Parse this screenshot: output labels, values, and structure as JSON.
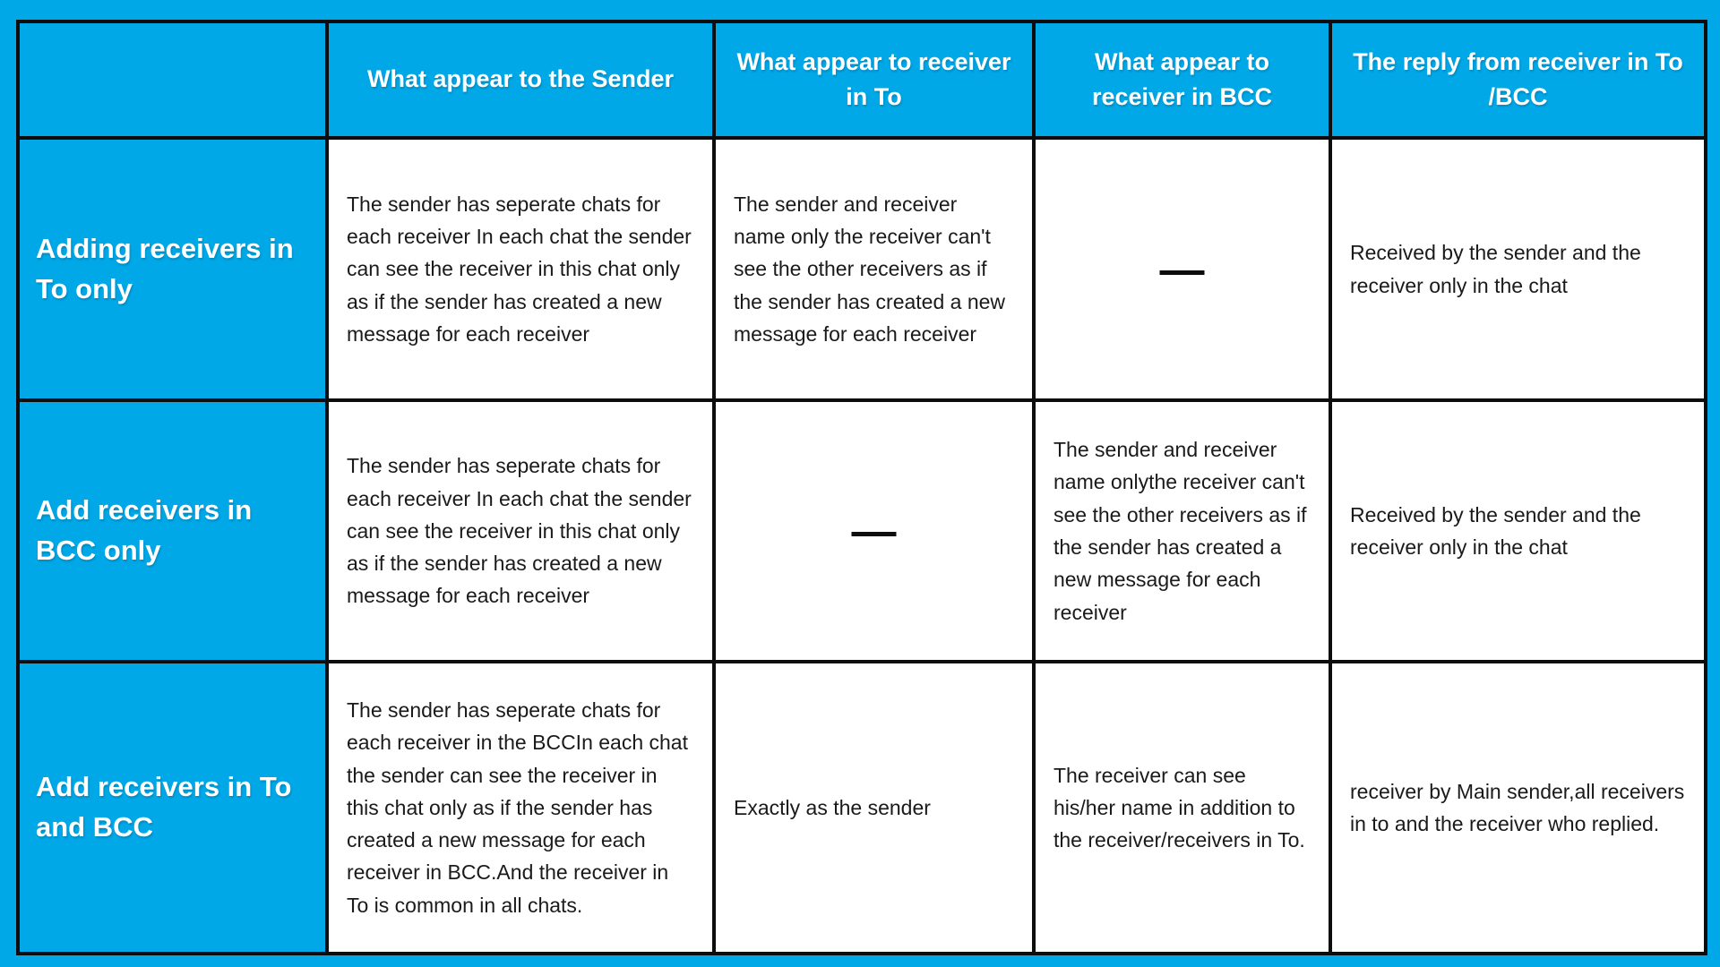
{
  "colors": {
    "background": "#00A8E8",
    "header_bg": "#00A8E8",
    "label_bg": "#00A8E8",
    "cell_bg": "#ffffff",
    "border": "#0d0d0d",
    "header_text": "#ffffff",
    "body_text": "#1a1a1a"
  },
  "chart_data": {
    "type": "table",
    "title": "",
    "column_headers": [
      "",
      "What appear to the Sender",
      "What appear to receiver in To",
      "What appear to receiver in BCC",
      "The reply from receiver in To /BCC"
    ],
    "rows": [
      {
        "label": "Adding receivers in To only",
        "cells": [
          "The sender has seperate chats for each receiver In each chat the sender can see the receiver in this chat only as if the sender has created a new message for each receiver",
          "The sender and receiver name only the receiver can't see the other receivers as if the sender has created a new message for each receiver",
          "—",
          "Received by the sender and the receiver only in the chat"
        ]
      },
      {
        "label": "Add receivers in BCC only",
        "cells": [
          "The sender has seperate chats for each receiver In each chat the sender can see the receiver in this chat only as if the sender has created a new message for each receiver",
          "—",
          "The sender and receiver name onlythe receiver can't see the other receivers as if the sender has created a new message for each receiver",
          "Received by the sender and the receiver only in the chat"
        ]
      },
      {
        "label": "Add receivers in To and BCC",
        "cells": [
          "The sender has seperate chats for each receiver in the BCCIn each chat the sender can see the receiver in this chat only as if the sender has created a new message for each receiver in BCC.And the receiver in To is common in all chats.",
          "Exactly as the sender",
          "The receiver can see his/her name in addition to the receiver/receivers in To.",
          "receiver by Main sender,all receivers in to and the receiver who replied."
        ]
      }
    ]
  }
}
